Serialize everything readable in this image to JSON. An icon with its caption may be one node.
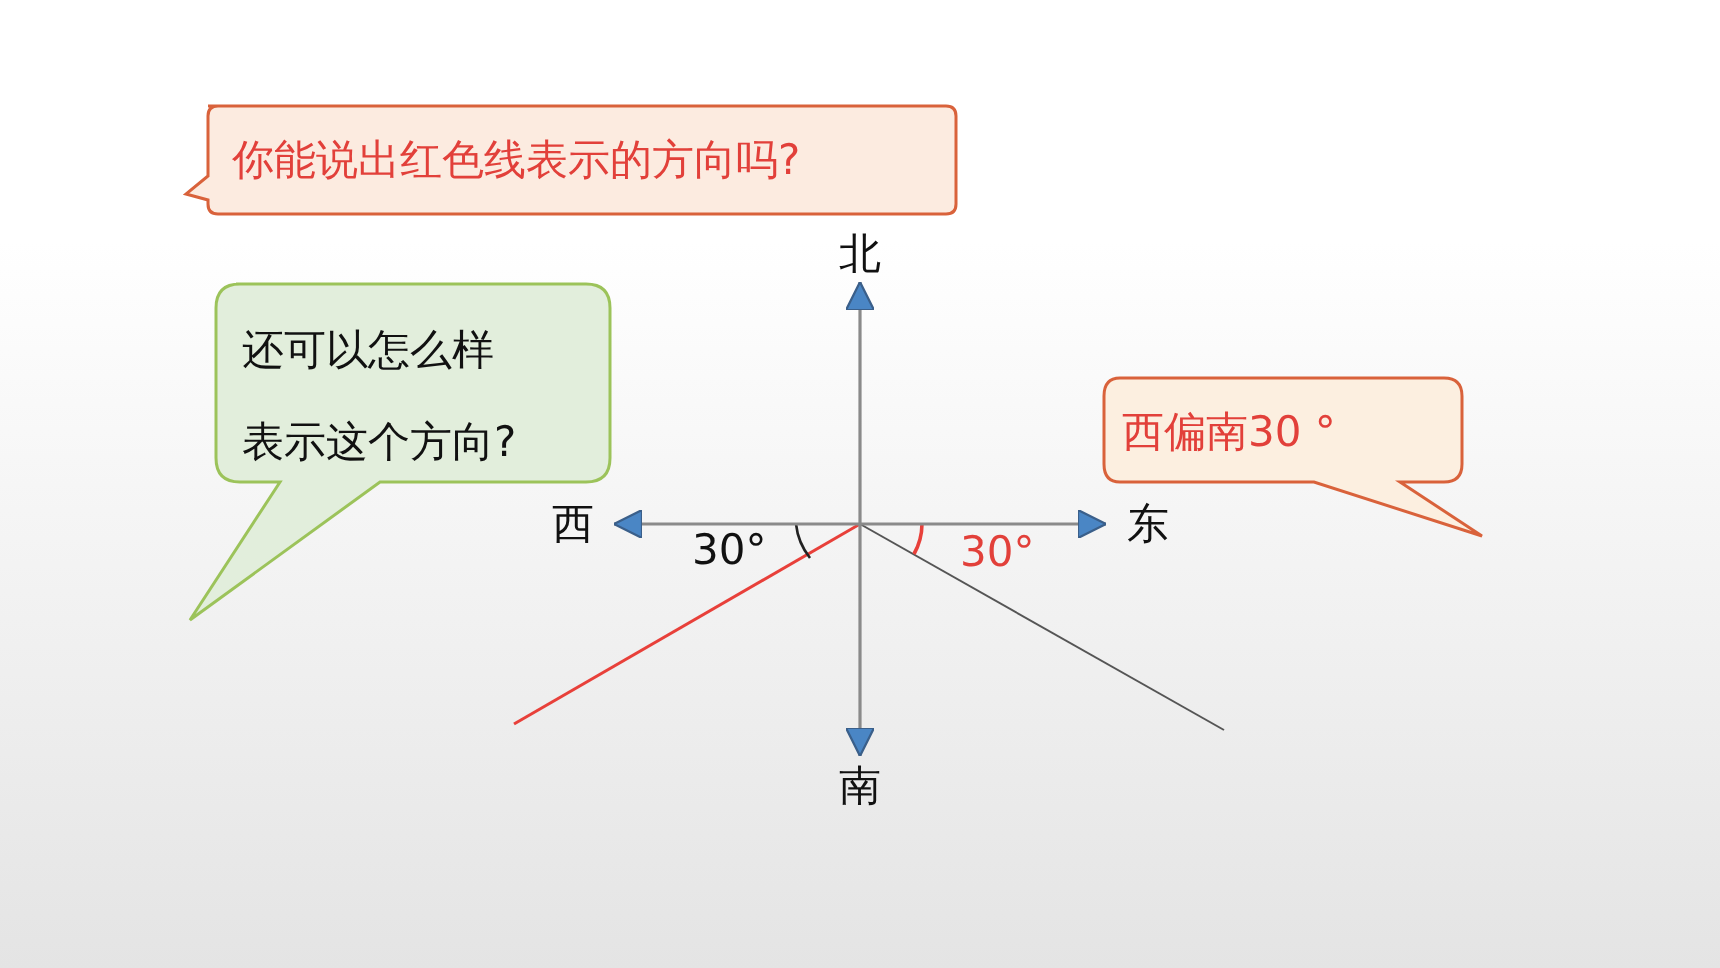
{
  "diagram": {
    "nodes": [
      {
        "text": [
          "你能说出红色线表示的方向吗?"
        ]
      },
      {
        "text": [
          "还可以怎么样表示这个方向?"
        ]
      },
      {
        "text": [
          "西偏南30 °"
        ]
      },
      {
        "text": [
          "北"
        ]
      },
      {
        "text": [
          "西"
        ]
      },
      {
        "text": [
          "东"
        ]
      },
      {
        "text": [
          "南"
        ]
      }
    ],
    "edges": [
      {
        "from": null,
        "to": 3,
        "arrow": "to"
      },
      {
        "from": null,
        "to": 4,
        "arrow": "to"
      },
      {
        "from": null,
        "to": 5,
        "arrow": "to"
      },
      {
        "from": null,
        "to": 6,
        "arrow": "to"
      }
    ],
    "labels": [
      "30°",
      "30°"
    ]
  }
}
